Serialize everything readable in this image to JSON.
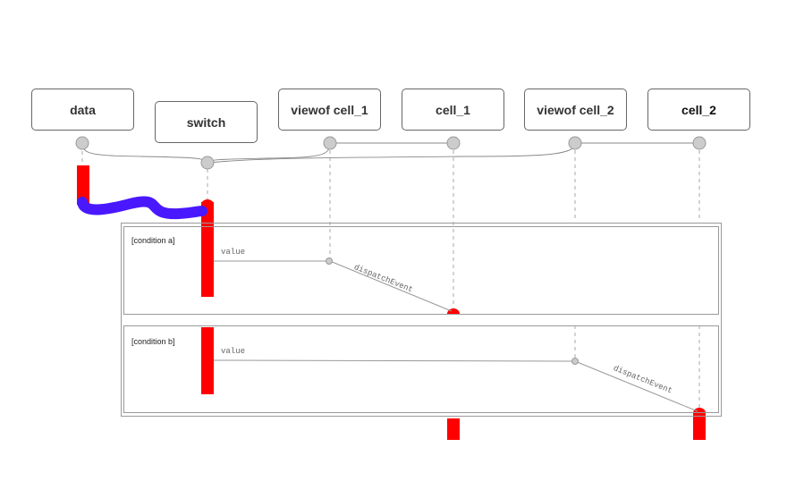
{
  "nodes": [
    "data",
    "switch",
    "viewof cell_1",
    "cell_1",
    "viewof cell_2",
    "cell_2"
  ],
  "fragments": [
    {
      "condition": "[condition a]",
      "call_label": "value",
      "event_label": "dispatchEvent"
    },
    {
      "condition": "[condition b]",
      "call_label": "value",
      "event_label": "dispatchEvent"
    }
  ],
  "colors": {
    "activation": "#ff0000",
    "transfer": "#4a18ff",
    "lifeline": "#aaaaaa",
    "port": "#cccccc"
  }
}
